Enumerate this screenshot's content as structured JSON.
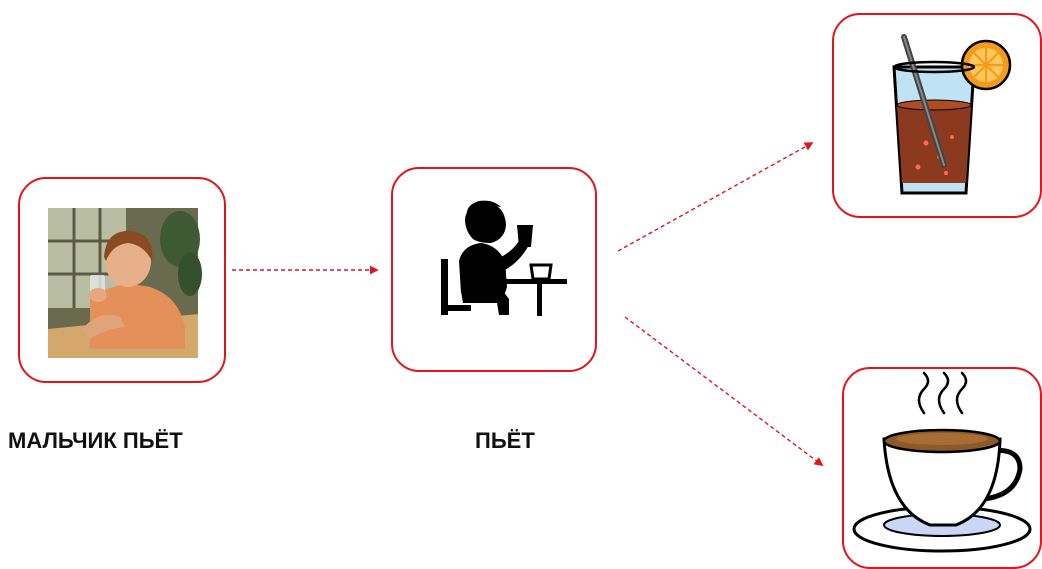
{
  "labels": {
    "photo": "МАЛЬЧИК ПЬЁТ",
    "pictogram": "ПЬЁТ"
  },
  "cards": {
    "photo": {
      "icon": "boy-drinking-photo"
    },
    "pictogram": {
      "icon": "person-drinking-pictogram-icon"
    },
    "juice": {
      "icon": "juice-glass-icon"
    },
    "coffee": {
      "icon": "coffee-cup-icon"
    }
  },
  "colors": {
    "accent": "#e3141b",
    "text": "#111111"
  }
}
